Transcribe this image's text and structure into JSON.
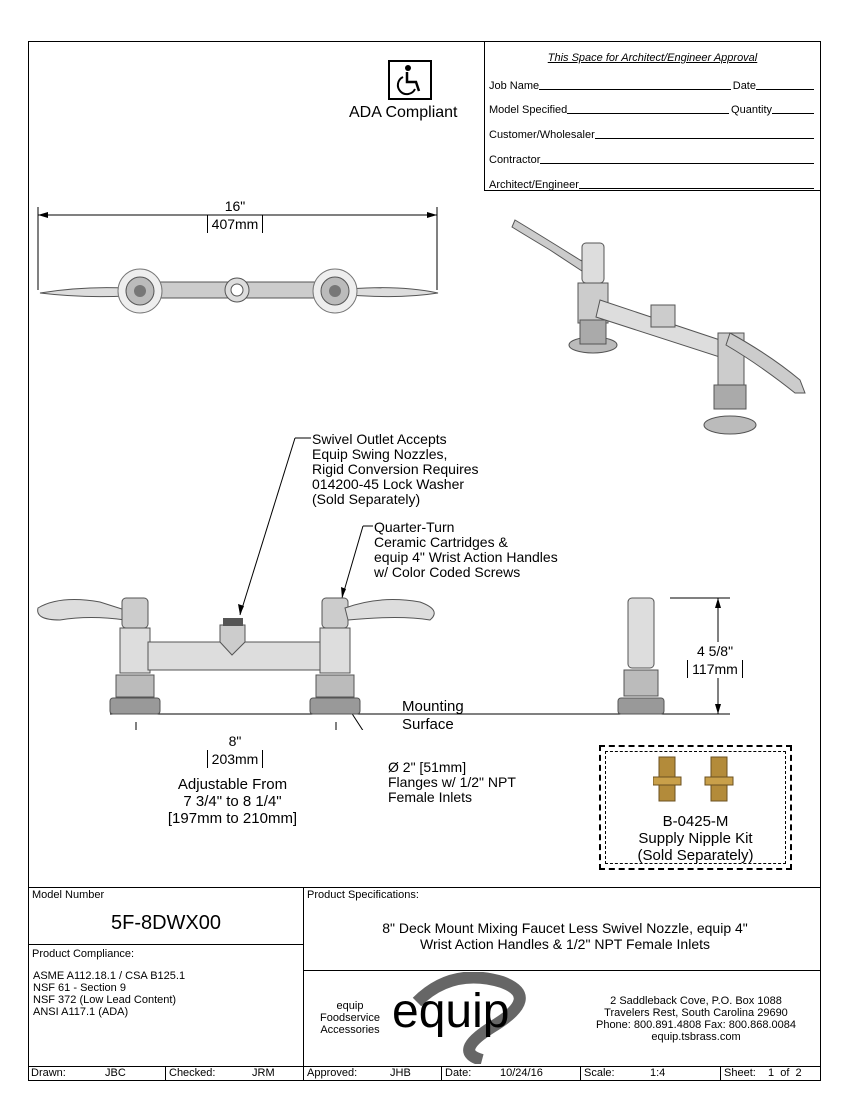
{
  "approval": {
    "title": "This Space for Architect/Engineer Approval",
    "job_name": "Job Name",
    "date": "Date",
    "model_specified": "Model Specified",
    "quantity": "Quantity",
    "customer": "Customer/Wholesaler",
    "contractor": "Contractor",
    "architect": "Architect/Engineer"
  },
  "ada": {
    "label": "ADA Compliant",
    "icon": "wheelchair-icon"
  },
  "top_dim": {
    "inches": "16\"",
    "mm": "407mm"
  },
  "callouts": {
    "swivel": "Swivel Outlet Accepts\nEquip Swing Nozzles,\nRigid Conversion Requires\n014200-45 Lock Washer\n(Sold Separately)",
    "quarter_turn": "Quarter-Turn\nCeramic Cartridges &\nequip 4\" Wrist Action Handles\nw/ Color Coded Screws",
    "mounting": "Mounting\nSurface",
    "flange": "Ø 2\" [51mm]\nFlanges w/ 1/2\" NPT\nFemale Inlets"
  },
  "center_dim": {
    "inches": "8\"",
    "mm": "203mm",
    "adjust": "Adjustable From\n7 3/4\" to 8 1/4\"\n[197mm to 210mm]"
  },
  "height_dim": {
    "inches": "4 5/8\"",
    "mm": "117mm"
  },
  "kit": {
    "text": "B-0425-M\nSupply Nipple Kit\n(Sold Separately)"
  },
  "title_block": {
    "model_number_label": "Model Number",
    "model_number": "5F-8DWX00",
    "spec_label": "Product Specifications:",
    "spec": "8\" Deck Mount Mixing Faucet Less Swivel Nozzle, equip 4\"\nWrist Action Handles & 1/2\" NPT Female Inlets",
    "compliance_label": "Product Compliance:",
    "compliance": "ASME A112.18.1 / CSA B125.1\nNSF 61 - Section 9\nNSF 372 (Low Lead Content)\nANSI A117.1 (ADA)",
    "brand_small": "equip\nFoodservice\nAccessories",
    "brand_logo": "equip",
    "address": "2 Saddleback Cove, P.O. Box 1088\nTravelers Rest, South Carolina 29690\nPhone: 800.891.4808  Fax: 800.868.0084\nequip.tsbrass.com",
    "drawn_label": "Drawn:",
    "drawn": "JBC",
    "checked_label": "Checked:",
    "checked": "JRM",
    "approved_label": "Approved:",
    "approved": "JHB",
    "date_label": "Date:",
    "date": "10/24/16",
    "scale_label": "Scale:",
    "scale": "1:4",
    "sheet_label": "Sheet:",
    "sheet": "1  of  2"
  }
}
